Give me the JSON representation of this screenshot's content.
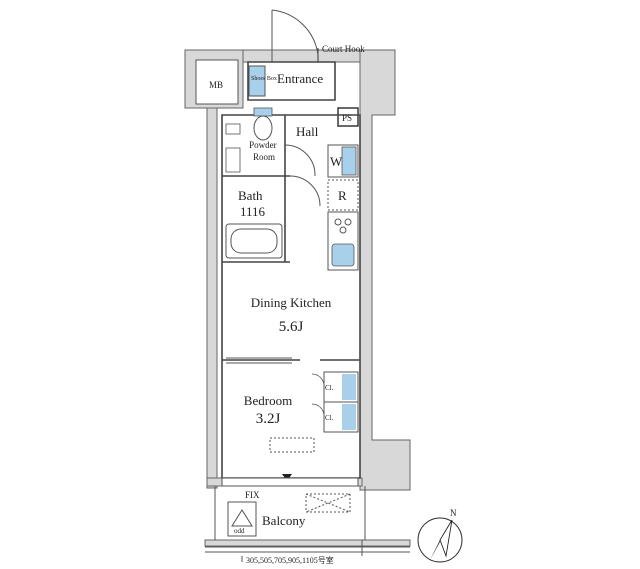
{
  "labels": {
    "court_hook": "Court Hook",
    "mb": "MB",
    "entrance": "Entrance",
    "shoes_box": "Shoes Box",
    "ps": "PS",
    "hall": "Hall",
    "powder_room": "Powder Room",
    "w": "W",
    "r": "R",
    "bath": "Bath",
    "bath_size": "1116",
    "dining_kitchen": "Dining Kitchen",
    "dining_kitchen_size": "5.6J",
    "bedroom": "Bedroom",
    "bedroom_size": "3.2J",
    "closet": "Cl.",
    "fix": "FIX",
    "balcony": "Balcony",
    "odd": "odd",
    "unit_numbers": "305,505,705,905,1105号室",
    "north": "N"
  },
  "colors": {
    "wall": "#d8d8d8",
    "wall_stroke": "#555555",
    "fixture_blue": "#a9d0ea",
    "line": "#333333"
  }
}
